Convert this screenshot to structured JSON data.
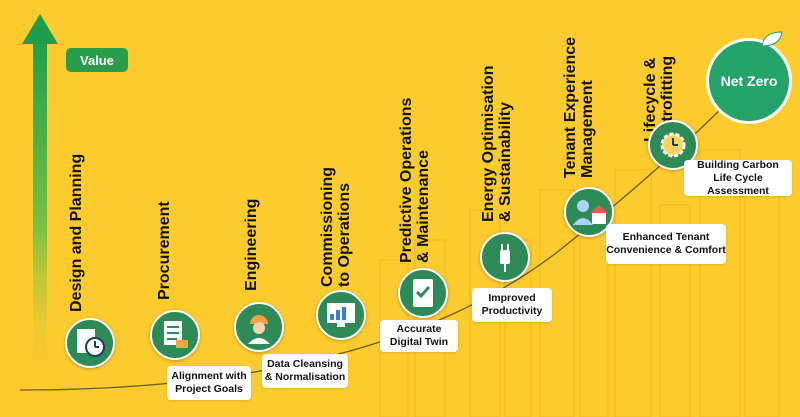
{
  "value_label": "Value",
  "net_zero_label": "Net Zero",
  "colors": {
    "background": "#FCCB2E",
    "green": "#2A9D4A",
    "net_zero": "#24A36B",
    "text": "#111111"
  },
  "stages": [
    {
      "title": "Design and Planning",
      "icon": "clock-document-icon",
      "callout": ""
    },
    {
      "title": "Procurement",
      "icon": "checklist-cart-icon",
      "callout": "Alignment with\nProject Goals"
    },
    {
      "title": "Engineering",
      "icon": "engineer-icon",
      "callout": "Data Cleansing\n& Normalisation"
    },
    {
      "title": "Commissioning\nto Operations",
      "icon": "dashboard-icon",
      "callout": ""
    },
    {
      "title": "Predictive Operations\n& Maintenance",
      "icon": "tablet-check-icon",
      "callout": "Accurate\nDigital Twin"
    },
    {
      "title": "Energy Optimisation\n& Sustainability",
      "icon": "eco-plug-icon",
      "callout": "Improved\nProductivity"
    },
    {
      "title": "Tenant Experience\nManagement",
      "icon": "tenant-home-icon",
      "callout": "Enhanced Tenant\nConvenience & Comfort"
    },
    {
      "title": "Lifecycle &\nRetrofitting",
      "icon": "gear-clock-icon",
      "callout": "Building Carbon\nLife Cycle Assessment"
    }
  ]
}
